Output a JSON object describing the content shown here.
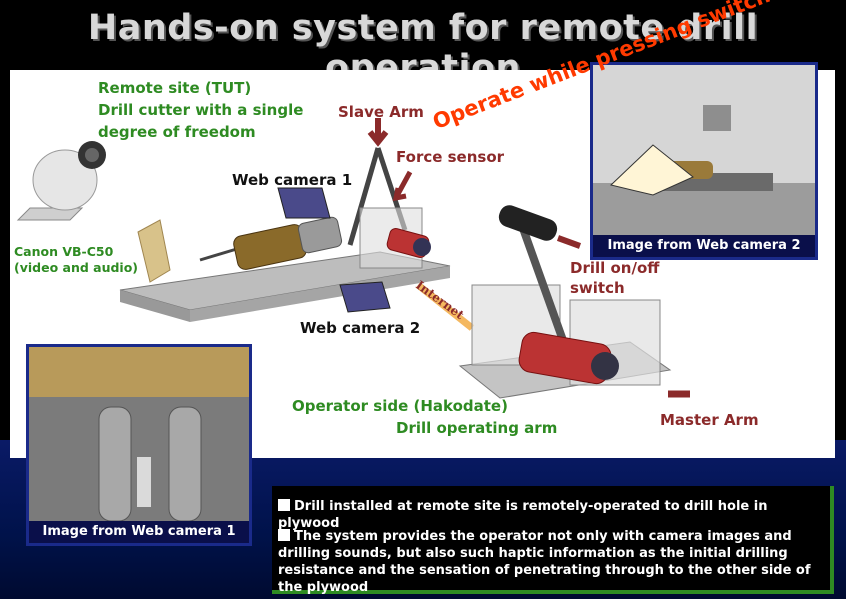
{
  "title": "Hands-on system for remote drill operation",
  "labels": {
    "remote_site": "Remote site (TUT)",
    "drill_cutter_1": "Drill cutter with a single",
    "drill_cutter_2": "degree of freedom",
    "slave_arm": "Slave Arm",
    "force_sensor": "Force sensor",
    "web_camera_1": "Web camera 1",
    "web_camera_2": "Web camera 2",
    "canon_1": "Canon VB-C50",
    "canon_2": "(video and audio)",
    "internet": "Internet",
    "operate": "Operate while pressing switch",
    "drill_switch_1": "Drill on/off",
    "drill_switch_2": "switch",
    "operator_side": "Operator side (Hakodate)",
    "drill_arm": "Drill operating arm",
    "master_arm": "Master Arm"
  },
  "insets": {
    "camera2_caption": "Image from  Web camera 2",
    "camera1_caption": "Image from  Web camera 1"
  },
  "bullets": [
    "Drill installed at remote site is remotely-operated  to drill hole in plywood",
    "The system provides the operator not only with camera images and drilling sounds, but also such haptic information as the initial drilling resistance and the sensation of penetrating through to the other side of the plywood"
  ],
  "colors": {
    "green_label": "#2e8b22",
    "red_label": "#8b2a2a",
    "operate_text": "#ff3a00",
    "caption_bg": "#0a0f4a"
  }
}
